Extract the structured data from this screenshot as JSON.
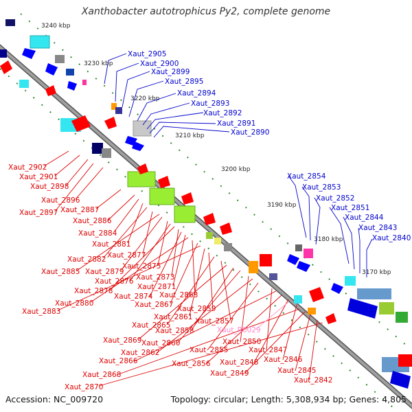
{
  "title": "Xanthobacter autotrophicus Py2, complete genome",
  "footer": {
    "accession": "Accession: NC_009720",
    "summary": "Topology: circular; Length: 5,308,934 bp; Genes: 4,805"
  },
  "colors": {
    "forward_label": "#0000cc",
    "reverse_label": "#dd0000",
    "rna_label": "#ff88cc",
    "backbone": "#8a8a8a",
    "tick": "#2e8b2e"
  },
  "ticks": [
    "3240 kbp",
    "3230 kbp",
    "3220 kbp",
    "3210 kbp",
    "3200 kbp",
    "3190 kbp",
    "3180 kbp",
    "3170 kbp"
  ],
  "forward_labels": [
    "Xaut_2905",
    "Xaut_2900",
    "Xaut_2899",
    "Xaut_2895",
    "Xaut_2894",
    "Xaut_2893",
    "Xaut_2892",
    "Xaut_2891",
    "Xaut_2890",
    "Xaut_2854",
    "Xaut_2853",
    "Xaut_2852",
    "Xaut_2851",
    "Xaut_2844",
    "Xaut_2843",
    "Xaut_2840"
  ],
  "reverse_labels_left": [
    "Xaut_2902",
    "Xaut_2901",
    "Xaut_2898",
    "Xaut_2896",
    "Xaut_2897",
    "Xaut_2887",
    "Xaut_2886",
    "Xaut_2884",
    "Xaut_2881",
    "Xaut_2882",
    "Xaut_2877",
    "Xaut_2885",
    "Xaut_2879",
    "Xaut_2875",
    "Xaut_2876",
    "Xaut_2878",
    "Xaut_2873",
    "Xaut_2874",
    "Xaut_2871",
    "Xaut_2880",
    "Xaut_2863",
    "Xaut_2867",
    "Xaut_2883",
    "Xaut_2861",
    "Xaut_2859",
    "Xaut_2865",
    "Xaut_2857",
    "Xaut_2869",
    "Xaut_2858",
    "Xaut_2860",
    "Xaut_2850",
    "Xaut_2862",
    "Xaut_2855",
    "Xaut_2847",
    "Xaut_2866",
    "Xaut_2856",
    "Xaut_2848",
    "Xaut_2846",
    "Xaut_2868",
    "Xaut_2849",
    "Xaut_2845",
    "Xaut_2842",
    "Xaut_2870"
  ],
  "rna_labels": [
    "Xaut_R0029"
  ]
}
